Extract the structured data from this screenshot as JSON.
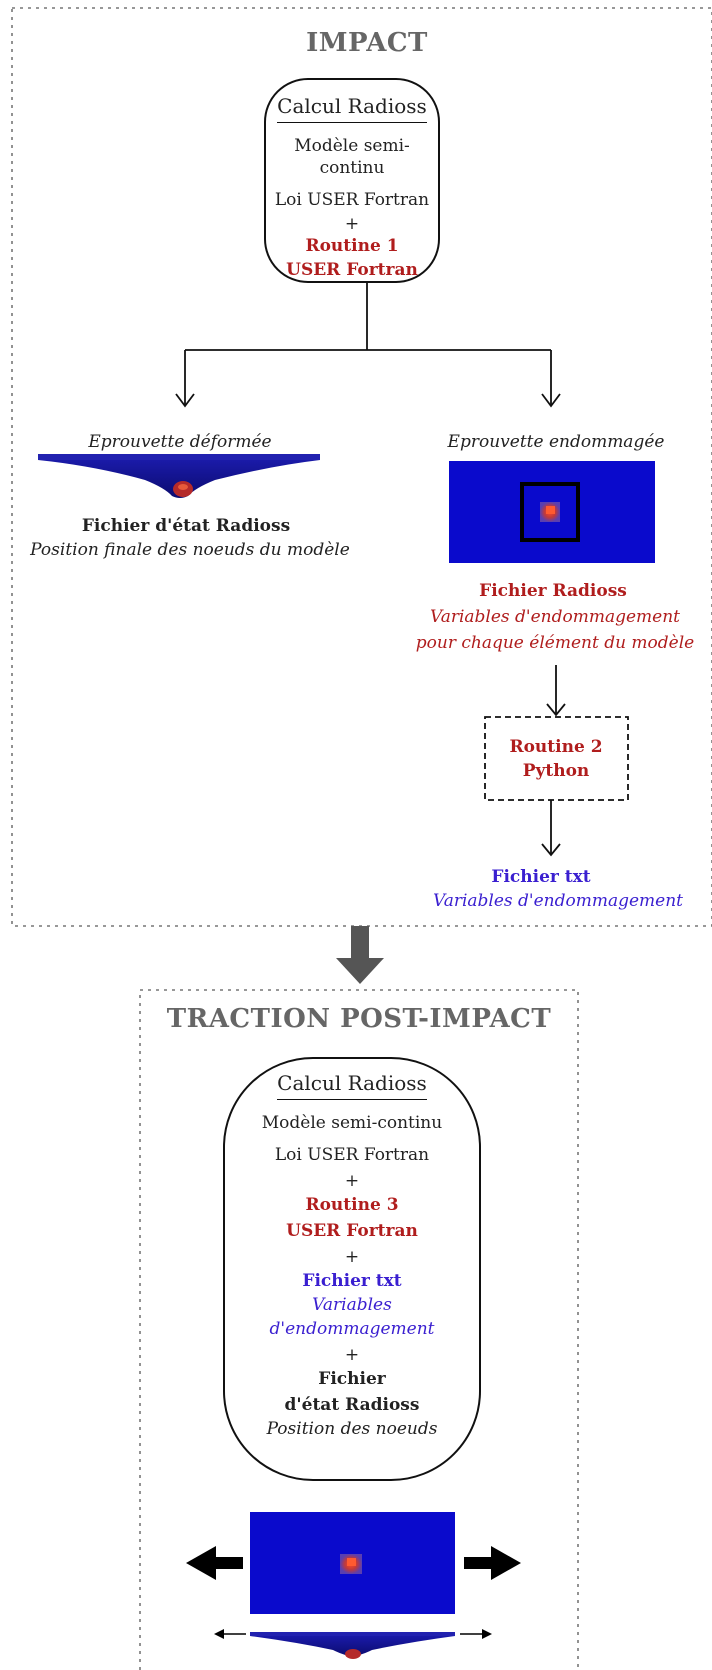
{
  "impact": {
    "title": "IMPACT",
    "calc_box": {
      "heading": "Calcul Radioss",
      "model": "Modèle semi-continu",
      "law": "Loi USER Fortran",
      "plus": "+",
      "routine_line1": "Routine 1",
      "routine_line2": "USER Fortran"
    },
    "left_branch": {
      "caption": "Eprouvette déformée",
      "file_title": "Fichier d'état Radioss",
      "file_desc": "Position finale des noeuds du modèle"
    },
    "right_branch": {
      "caption": "Eprouvette endommagée",
      "file_title": "Fichier Radioss",
      "file_desc_line1": "Variables d'endommagement",
      "file_desc_line2": "pour chaque élément du modèle",
      "routine_line1": "Routine 2",
      "routine_line2": "Python",
      "txt_title": "Fichier txt",
      "txt_desc": "Variables d'endommagement"
    }
  },
  "traction": {
    "title": "TRACTION POST-IMPACT",
    "calc_box": {
      "heading": "Calcul Radioss",
      "model": "Modèle semi-continu",
      "law": "Loi USER Fortran",
      "plus1": "+",
      "routine_line1": "Routine 3",
      "routine_line2": "USER Fortran",
      "plus2": "+",
      "txt_title": "Fichier txt",
      "txt_desc_line1": "Variables",
      "txt_desc_line2": "d'endommagement",
      "plus3": "+",
      "state_line1": "Fichier",
      "state_line2": "d'état Radioss",
      "state_desc": "Position des noeuds"
    }
  },
  "colors": {
    "red_accent": "#b01d1d",
    "blue_accent": "#3a1fd0",
    "specimen_blue": "#0a0acc",
    "dotted_border": "#777777",
    "section_title": "#666666"
  }
}
